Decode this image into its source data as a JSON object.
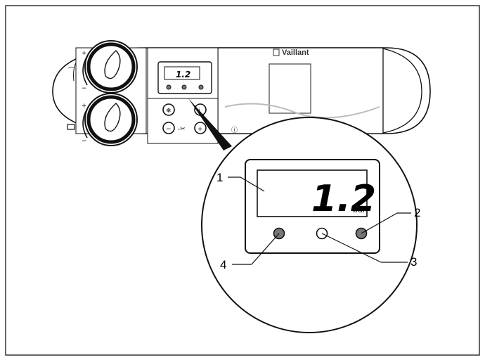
{
  "brand": "Vaillant",
  "display": {
    "pressure_value": "1.2",
    "unit": "bar"
  },
  "dials": {
    "plus_symbol": "+",
    "minus_symbol": "−"
  },
  "callouts": [
    {
      "number": "1",
      "target": "display-screen"
    },
    {
      "number": "2",
      "target": "indicator-led-right"
    },
    {
      "number": "3",
      "target": "indicator-led-middle"
    },
    {
      "number": "4",
      "target": "indicator-led-left"
    }
  ],
  "colors": {
    "outline": "#111111",
    "panel_gray": "#eaeaea",
    "led_fill": "#777777",
    "frame": "#333333"
  }
}
